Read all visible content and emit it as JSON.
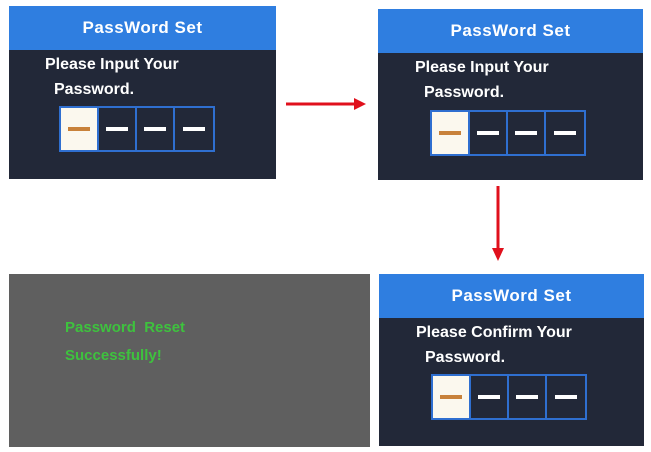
{
  "screens": [
    {
      "title": "PassWord Set",
      "prompt_line1": "Please Input Your",
      "prompt_line2": "Password."
    },
    {
      "title": "PassWord Set",
      "prompt_line1": "Please Input Your",
      "prompt_line2": "Password."
    },
    {
      "title": "PassWord Set",
      "prompt_line1": "Please Confirm Your",
      "prompt_line2": "Password."
    }
  ],
  "result": {
    "line1": "Password  Reset",
    "line2": "Successfully!"
  },
  "colors": {
    "screen_bg": "#222838",
    "title_bar": "#2f7ee0",
    "pin_border": "#2f6fd0",
    "active_cell": "#fbf8ee",
    "active_dash": "#c8823a",
    "arrow": "#e0101c",
    "success_text": "#3ec23e",
    "result_bg": "#5f5f5f"
  },
  "icons": [
    "arrow-right-icon",
    "arrow-down-icon",
    "arrow-left-icon"
  ]
}
